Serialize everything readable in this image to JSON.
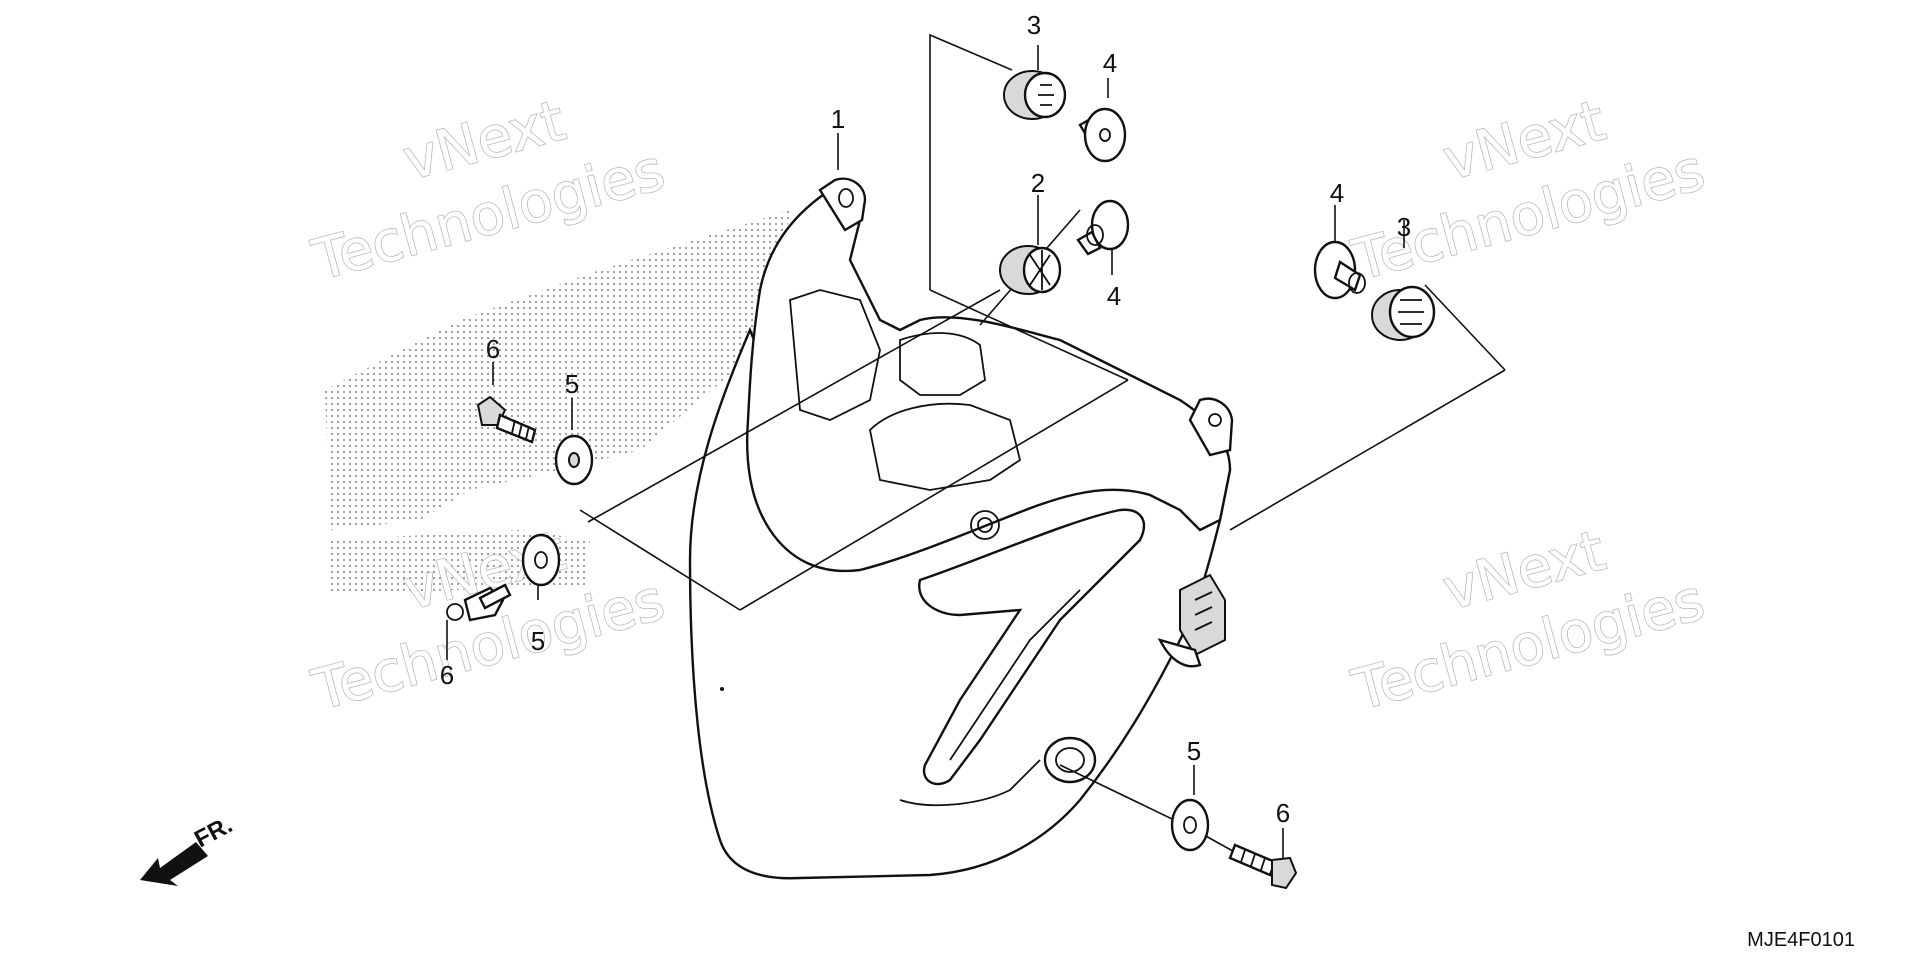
{
  "diagram": {
    "watermark": {
      "line1": "vNext",
      "line2": "Technologies"
    },
    "callouts": [
      {
        "id": "callout-1-headlight",
        "label": "1"
      },
      {
        "id": "callout-2-grommet",
        "label": "2"
      },
      {
        "id": "callout-3-grommet-top",
        "label": "3"
      },
      {
        "id": "callout-3-grommet-right",
        "label": "3"
      },
      {
        "id": "callout-4-collar-top",
        "label": "4"
      },
      {
        "id": "callout-4-collar-mid",
        "label": "4"
      },
      {
        "id": "callout-4-collar-right",
        "label": "4"
      },
      {
        "id": "callout-5-washer-upper",
        "label": "5"
      },
      {
        "id": "callout-5-washer-lower",
        "label": "5"
      },
      {
        "id": "callout-5-washer-right",
        "label": "5"
      },
      {
        "id": "callout-6-bolt-upper",
        "label": "6"
      },
      {
        "id": "callout-6-bolt-lower",
        "label": "6"
      },
      {
        "id": "callout-6-bolt-right",
        "label": "6"
      }
    ],
    "front_indicator": "FR.",
    "reference_code": "MJE4F0101",
    "colors": {
      "line": "#111111",
      "watermark_outline": "#b9b9b9",
      "background": "#ffffff"
    }
  }
}
